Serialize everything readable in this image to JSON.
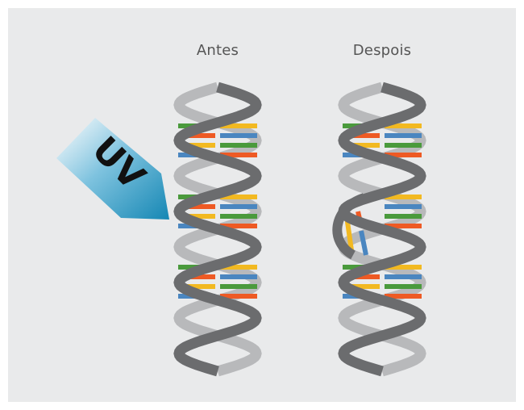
{
  "labels": {
    "before": "Antes",
    "after": "Despois",
    "uv": "UV"
  },
  "colors": {
    "background": "#e9eaeb",
    "strand_dark": "#6b6c6e",
    "strand_light": "#b8b9bb",
    "base_green": "#4a9a3c",
    "base_orange": "#ee5a24",
    "base_yellow": "#f2b921",
    "base_blue": "#4a86c0",
    "uv_arrow_top": "#ffffff",
    "uv_arrow_bottom": "#1a8bb8",
    "uv_text": "#111111"
  },
  "icons": {
    "uv_arrow": "uv-light-arrow-icon",
    "dna_before": "dna-double-helix-icon",
    "dna_after": "damaged-dna-helix-icon"
  }
}
